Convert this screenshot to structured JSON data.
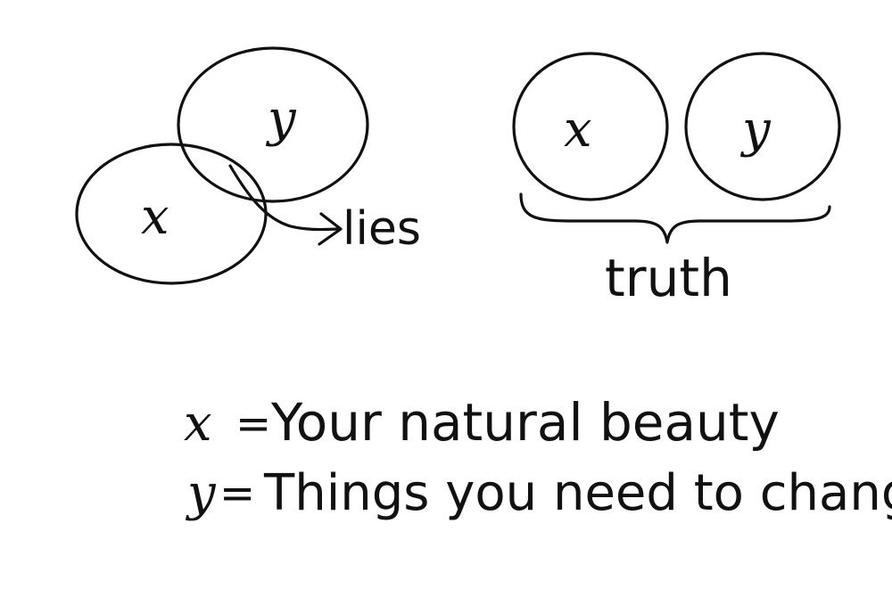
{
  "colors": {
    "ink": "#111111",
    "paper": "#ffffff"
  },
  "diagram": {
    "left": {
      "circle_x_label": "x",
      "circle_y_label": "y",
      "arrow_label": "lies"
    },
    "right": {
      "circle_x_label": "x",
      "circle_y_label": "y",
      "brace_label": "truth"
    },
    "legend": {
      "line1": {
        "variable": "x",
        "equals": "=",
        "text": "Your natural beauty"
      },
      "line2": {
        "variable": "y",
        "equals": "=",
        "text": "Things you need to change"
      }
    }
  }
}
